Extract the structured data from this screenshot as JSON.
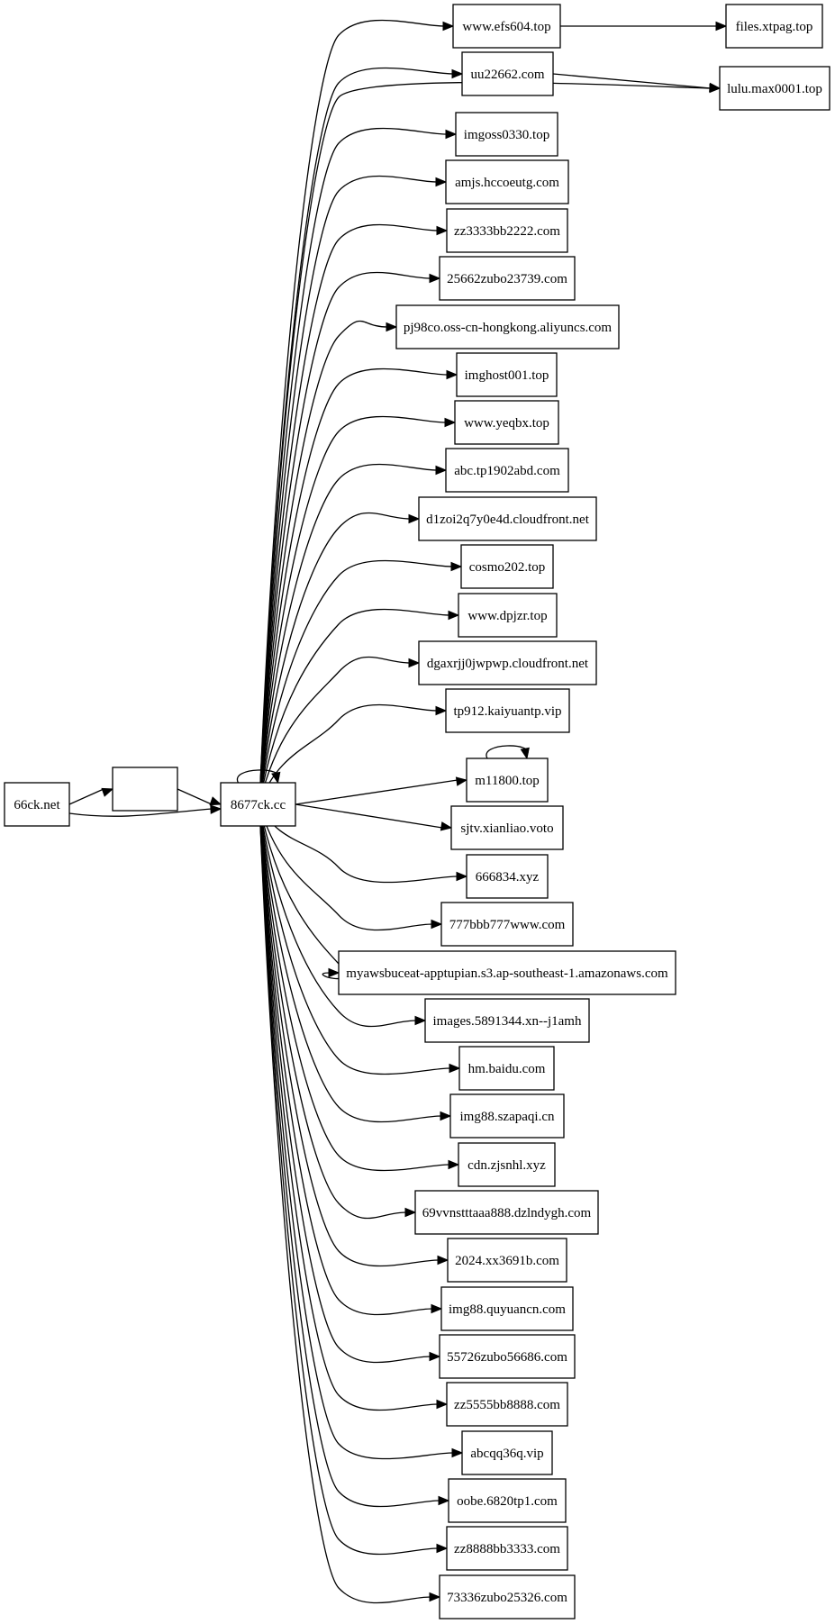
{
  "graph": {
    "nodes": [
      {
        "id": "n_66ck",
        "label": "66ck.net"
      },
      {
        "id": "n_blank",
        "label": ""
      },
      {
        "id": "n_8677",
        "label": "8677ck.cc"
      },
      {
        "id": "n_efs",
        "label": "www.efs604.top"
      },
      {
        "id": "n_files",
        "label": "files.xtpag.top"
      },
      {
        "id": "n_uu",
        "label": "uu22662.com"
      },
      {
        "id": "n_lulu",
        "label": "lulu.max0001.top"
      },
      {
        "id": "n_imgoss",
        "label": "imgoss0330.top"
      },
      {
        "id": "n_amjs",
        "label": "amjs.hccoeutg.com"
      },
      {
        "id": "n_zz3333",
        "label": "zz3333bb2222.com"
      },
      {
        "id": "n_25662",
        "label": "25662zubo23739.com"
      },
      {
        "id": "n_pj98",
        "label": "pj98co.oss-cn-hongkong.aliyuncs.com"
      },
      {
        "id": "n_imghost",
        "label": "imghost001.top"
      },
      {
        "id": "n_yeqbx",
        "label": "www.yeqbx.top"
      },
      {
        "id": "n_abc",
        "label": "abc.tp1902abd.com"
      },
      {
        "id": "n_d1zoi",
        "label": "d1zoi2q7y0e4d.cloudfront.net"
      },
      {
        "id": "n_cosmo",
        "label": "cosmo202.top"
      },
      {
        "id": "n_dpjzr",
        "label": "www.dpjzr.top"
      },
      {
        "id": "n_dgax",
        "label": "dgaxrjj0jwpwp.cloudfront.net"
      },
      {
        "id": "n_tp912",
        "label": "tp912.kaiyuantp.vip"
      },
      {
        "id": "n_m11800",
        "label": "m11800.top"
      },
      {
        "id": "n_sjtv",
        "label": "sjtv.xianliao.voto"
      },
      {
        "id": "n_666834",
        "label": "666834.xyz"
      },
      {
        "id": "n_777bbb",
        "label": "777bbb777www.com"
      },
      {
        "id": "n_myaws",
        "label": "myawsbuceat-apptupian.s3.ap-southeast-1.amazonaws.com"
      },
      {
        "id": "n_images",
        "label": "images.5891344.xn--j1amh"
      },
      {
        "id": "n_hm",
        "label": "hm.baidu.com"
      },
      {
        "id": "n_img88s",
        "label": "img88.szapaqi.cn"
      },
      {
        "id": "n_cdn",
        "label": "cdn.zjsnhl.xyz"
      },
      {
        "id": "n_69vv",
        "label": "69vvnstttaaa888.dzlndygh.com"
      },
      {
        "id": "n_2024",
        "label": "2024.xx3691b.com"
      },
      {
        "id": "n_img88q",
        "label": "img88.quyuancn.com"
      },
      {
        "id": "n_55726",
        "label": "55726zubo56686.com"
      },
      {
        "id": "n_zz5555",
        "label": "zz5555bb8888.com"
      },
      {
        "id": "n_abcqq",
        "label": "abcqq36q.vip"
      },
      {
        "id": "n_oobe",
        "label": "oobe.6820tp1.com"
      },
      {
        "id": "n_zz8888",
        "label": "zz8888bb3333.com"
      },
      {
        "id": "n_73336",
        "label": "73336zubo25326.com"
      }
    ],
    "edges": [
      {
        "from": "n_66ck",
        "to": "n_blank"
      },
      {
        "from": "n_66ck",
        "to": "n_8677"
      },
      {
        "from": "n_blank",
        "to": "n_8677"
      },
      {
        "from": "n_8677",
        "to": "n_8677"
      },
      {
        "from": "n_efs",
        "to": "n_files"
      },
      {
        "from": "n_uu",
        "to": "n_lulu"
      },
      {
        "from": "n_8677",
        "to": "n_lulu"
      },
      {
        "from": "n_m11800",
        "to": "n_m11800"
      },
      {
        "from": "n_8677",
        "to": "n_efs"
      },
      {
        "from": "n_8677",
        "to": "n_uu"
      },
      {
        "from": "n_8677",
        "to": "n_imgoss"
      },
      {
        "from": "n_8677",
        "to": "n_amjs"
      },
      {
        "from": "n_8677",
        "to": "n_zz3333"
      },
      {
        "from": "n_8677",
        "to": "n_25662"
      },
      {
        "from": "n_8677",
        "to": "n_pj98"
      },
      {
        "from": "n_8677",
        "to": "n_imghost"
      },
      {
        "from": "n_8677",
        "to": "n_yeqbx"
      },
      {
        "from": "n_8677",
        "to": "n_abc"
      },
      {
        "from": "n_8677",
        "to": "n_d1zoi"
      },
      {
        "from": "n_8677",
        "to": "n_cosmo"
      },
      {
        "from": "n_8677",
        "to": "n_dpjzr"
      },
      {
        "from": "n_8677",
        "to": "n_dgax"
      },
      {
        "from": "n_8677",
        "to": "n_tp912"
      },
      {
        "from": "n_8677",
        "to": "n_m11800"
      },
      {
        "from": "n_8677",
        "to": "n_sjtv"
      },
      {
        "from": "n_8677",
        "to": "n_666834"
      },
      {
        "from": "n_8677",
        "to": "n_777bbb"
      },
      {
        "from": "n_8677",
        "to": "n_myaws"
      },
      {
        "from": "n_8677",
        "to": "n_images"
      },
      {
        "from": "n_8677",
        "to": "n_hm"
      },
      {
        "from": "n_8677",
        "to": "n_img88s"
      },
      {
        "from": "n_8677",
        "to": "n_cdn"
      },
      {
        "from": "n_8677",
        "to": "n_69vv"
      },
      {
        "from": "n_8677",
        "to": "n_2024"
      },
      {
        "from": "n_8677",
        "to": "n_img88q"
      },
      {
        "from": "n_8677",
        "to": "n_55726"
      },
      {
        "from": "n_8677",
        "to": "n_zz5555"
      },
      {
        "from": "n_8677",
        "to": "n_abcqq"
      },
      {
        "from": "n_8677",
        "to": "n_oobe"
      },
      {
        "from": "n_8677",
        "to": "n_zz8888"
      },
      {
        "from": "n_8677",
        "to": "n_73336"
      }
    ]
  }
}
